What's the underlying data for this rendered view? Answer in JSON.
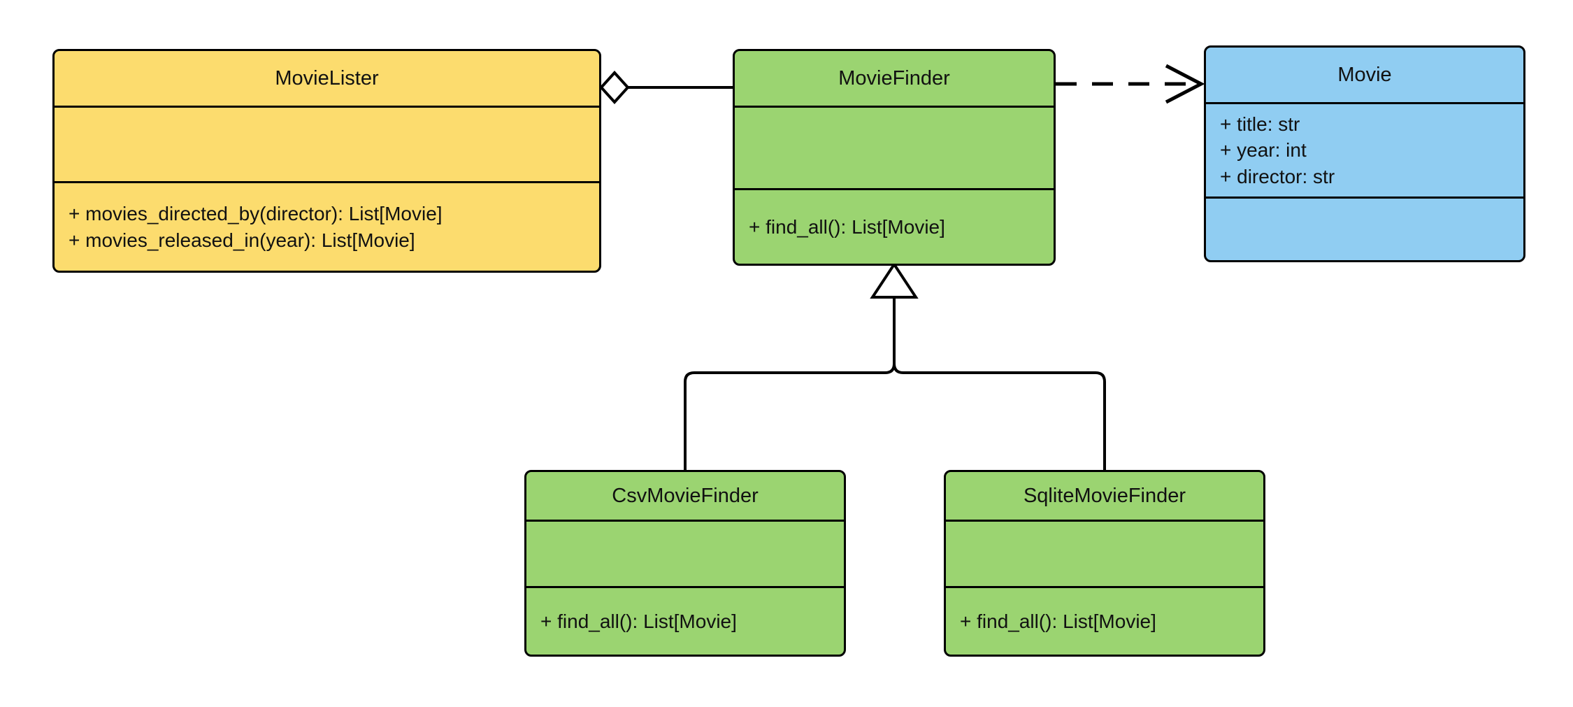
{
  "diagram": {
    "type": "uml-class-diagram",
    "title": "",
    "colors": {
      "class_yellow": "#FCDC6E",
      "class_green": "#9BD471",
      "class_blue": "#90CDF2",
      "stroke": "#000000",
      "background": "#FFFFFF"
    },
    "classes": [
      {
        "id": "movielister",
        "name": "MovieLister",
        "fill": "#FCDC6E",
        "attributes": [],
        "operations": [
          "+ movies_directed_by(director): List[Movie]",
          "+ movies_released_in(year): List[Movie]"
        ]
      },
      {
        "id": "moviefinder",
        "name": "MovieFinder",
        "fill": "#9BD471",
        "attributes": [],
        "operations": [
          "+ find_all(): List[Movie]"
        ]
      },
      {
        "id": "movie",
        "name": "Movie",
        "fill": "#90CDF2",
        "attributes": [
          "+ title: str",
          "+ year: int",
          "+ director: str"
        ],
        "operations": []
      },
      {
        "id": "csvmoviefinder",
        "name": "CsvMovieFinder",
        "fill": "#9BD471",
        "attributes": [],
        "operations": [
          "+ find_all(): List[Movie]"
        ]
      },
      {
        "id": "sqlitemoviefinder",
        "name": "SqliteMovieFinder",
        "fill": "#9BD471",
        "attributes": [],
        "operations": [
          "+ find_all(): List[Movie]"
        ]
      }
    ],
    "relationships": [
      {
        "id": "aggregation-movielister-moviefinder",
        "kind": "aggregation",
        "from": "MovieLister",
        "to": "MovieFinder",
        "line": "solid",
        "source_marker": "hollow-diamond",
        "target_marker": "none",
        "label": ""
      },
      {
        "id": "dependency-moviefinder-movie",
        "kind": "dependency",
        "from": "MovieFinder",
        "to": "Movie",
        "line": "dashed",
        "source_marker": "none",
        "target_marker": "open-arrow",
        "label": ""
      },
      {
        "id": "generalization-csvmoviefinder-moviefinder",
        "kind": "generalization",
        "from": "CsvMovieFinder",
        "to": "MovieFinder",
        "line": "solid",
        "source_marker": "none",
        "target_marker": "hollow-triangle",
        "label": ""
      },
      {
        "id": "generalization-sqlitemoviefinder-moviefinder",
        "kind": "generalization",
        "from": "SqliteMovieFinder",
        "to": "MovieFinder",
        "line": "solid",
        "source_marker": "none",
        "target_marker": "hollow-triangle",
        "label": ""
      }
    ]
  }
}
